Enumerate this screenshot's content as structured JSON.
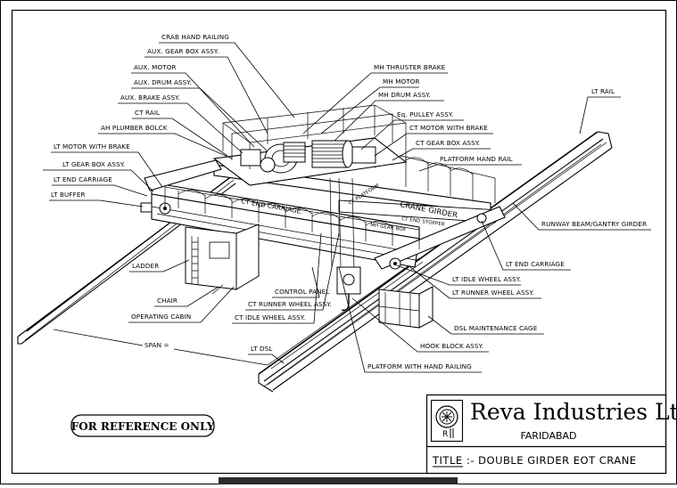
{
  "labels": {
    "crab_hand_railing": "CRAB HAND RAILING",
    "aux_gear_box": "AUX. GEAR BOX ASSY.",
    "aux_motor": "AUX. MOTOR",
    "aux_drum": "AUX. DRUM ASSY.",
    "aux_brake": "AUX. BRAKE ASSY.",
    "ct_rail": "CT RAIL",
    "ah_plumber_block": "AH PLUMBER BOLCK",
    "lt_motor_brake": "LT MOTOR WITH BRAKE",
    "lt_gear_box": "LT GEAR BOX ASSY.",
    "lt_end_carriage_left": "LT END CARRIAGE",
    "lt_buffer": "LT BUFFER",
    "mh_thruster_brake": "MH THRUSTER BRAKE",
    "mh_motor": "MH MOTOR",
    "mh_drum": "MH DRUM ASSY.",
    "eq_pulley": "Eq. PULLEY ASSY.",
    "ct_motor_brake": "CT MOTOR WITH BRAKE",
    "ct_gear_box": "CT GEAR BOX ASSY.",
    "platform_hand_rail": "PLATFORM HAND RAIL",
    "lt_rail": "LT RAIL",
    "runway_beam": "RUNWAY BEAM/GANTRY GIRDER",
    "lt_end_carriage_right": "LT END CARRIAGE",
    "lt_idle_wheel": "LT IDLE WHEEL ASSY.",
    "lt_runner_wheel": "LT RUNNER WHEEL ASSY.",
    "dsl_cage": "DSL MAINTENANCE CAGE",
    "hook_block": "HOOK BLOCK ASSY.",
    "platform_hand_railing": "PLATFORM WITH HAND RAILING",
    "lt_dsl": "LT DSL",
    "span": "SPAN =",
    "ladder": "LADDER",
    "chair": "CHAIR",
    "operating_cabin": "OPERATING CABIN",
    "control_panel": "CONTROL PANEL",
    "ct_runner_wheel": "CT RUNNER WHEEL ASSY.",
    "ct_idle_wheel": "CT IDLE WHEEL ASSY."
  },
  "drawing_text": {
    "ct_end_carriage": "CT END CARRIAGE.",
    "crane_girder": "CRANE GIRDER",
    "ct_platform": "CT PLATFORM",
    "ct_end_stopper": "CT END STOPPER",
    "mh_gear_box": "MH GEAR BOX"
  },
  "reference_note": "FOR REFERENCE ONLY",
  "title_block": {
    "company": "Reva Industries Ltd.",
    "city": "FARIDABAD",
    "title_prefix": "TITLE",
    "title_text": ":- DOUBLE GIRDER EOT CRANE"
  }
}
